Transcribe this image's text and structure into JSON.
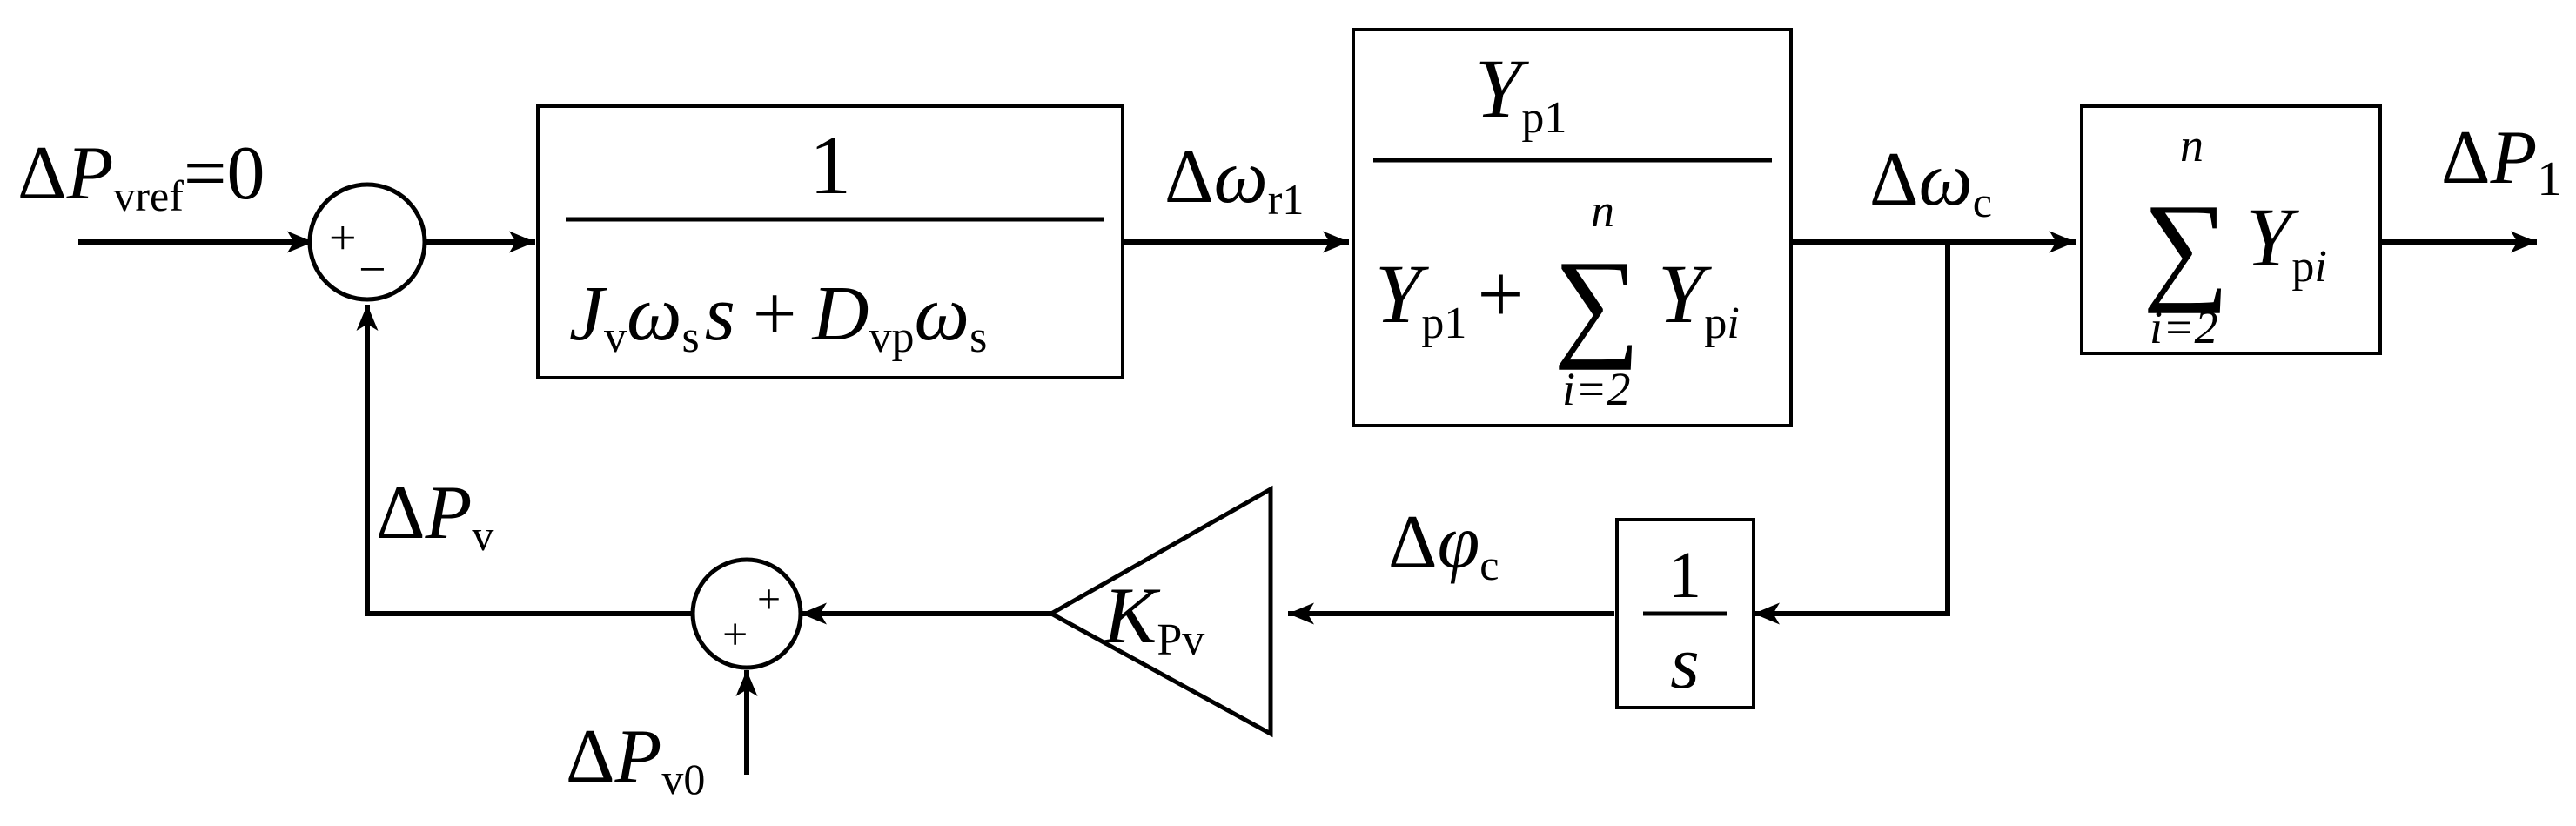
{
  "sources": {
    "ref_delta": "Δ",
    "ref_sym": "P",
    "ref_sub": "vref",
    "ref_value": "=0",
    "v0_delta": "Δ",
    "v0_sym": "P",
    "v0_sub": "v0"
  },
  "signals": {
    "omega_r1": {
      "delta": "Δ",
      "sym": "ω",
      "sub": "r1"
    },
    "omega_c": {
      "delta": "Δ",
      "sym": "ω",
      "sub": "c"
    },
    "p_out": {
      "delta": "Δ",
      "sym": "P",
      "sub": "1"
    },
    "phi_c": {
      "delta": "Δ",
      "sym": "φ",
      "sub": "c"
    },
    "p_v": {
      "delta": "Δ",
      "sym": "P",
      "sub": "v"
    }
  },
  "sum1": {
    "plus": "+",
    "minus": "−"
  },
  "sum2": {
    "plus_right": "+",
    "plus_bottom": "+"
  },
  "block_inertia": {
    "numerator": "1",
    "den_J": "J",
    "den_J_sub": "v",
    "den_omega": "ω",
    "den_omega_sub": "s",
    "den_s": "s",
    "den_plus": "+",
    "den_D": "D",
    "den_D_sub": "vp",
    "den_omega2": "ω",
    "den_omega2_sub": "s"
  },
  "block_ratio": {
    "num_Y": "Y",
    "num_Y_sub": "p1",
    "den_Y": "Y",
    "den_Y_sub": "p1",
    "den_plus": "+",
    "sigma": "∑",
    "sigma_top": "n",
    "sigma_bottom": "i=2",
    "den_Y2": "Y",
    "den_Y2_sub_p": "p",
    "den_Y2_sub_i": "i"
  },
  "block_sum": {
    "sigma": "∑",
    "sigma_top": "n",
    "sigma_bottom": "i=2",
    "Y": "Y",
    "Y_sub_p": "p",
    "Y_sub_i": "i"
  },
  "block_integrator": {
    "numerator": "1",
    "denominator": "s"
  },
  "gain": {
    "sym": "K",
    "sub": "Pv"
  }
}
